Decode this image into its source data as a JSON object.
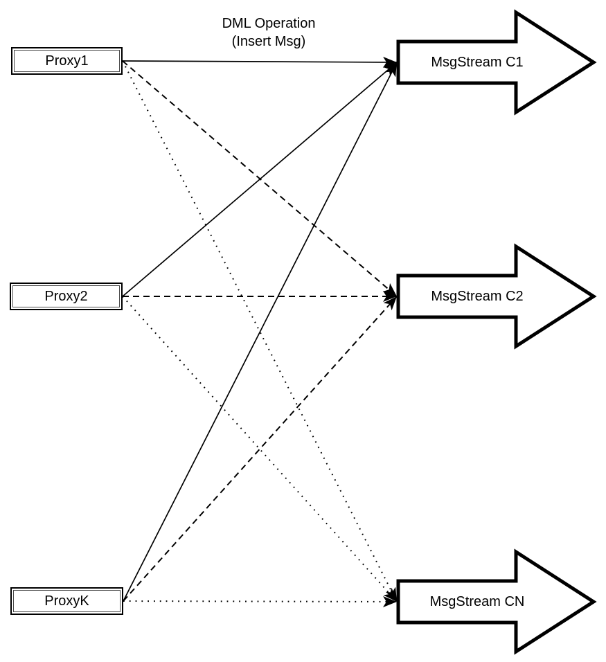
{
  "diagram": {
    "title_line1": "DML Operation",
    "title_line2": "(Insert Msg)",
    "proxies": [
      {
        "label": "Proxy1"
      },
      {
        "label": "Proxy2"
      },
      {
        "label": "ProxyK"
      }
    ],
    "streams": [
      {
        "label": "MsgStream C1"
      },
      {
        "label": "MsgStream C2"
      },
      {
        "label": "MsgStream CN"
      }
    ],
    "edges": [
      {
        "from": "Proxy1",
        "to": "MsgStream C1",
        "style": "solid"
      },
      {
        "from": "Proxy1",
        "to": "MsgStream C2",
        "style": "dashed"
      },
      {
        "from": "Proxy1",
        "to": "MsgStream CN",
        "style": "dotted"
      },
      {
        "from": "Proxy2",
        "to": "MsgStream C1",
        "style": "solid"
      },
      {
        "from": "Proxy2",
        "to": "MsgStream C2",
        "style": "dashed"
      },
      {
        "from": "Proxy2",
        "to": "MsgStream CN",
        "style": "dotted"
      },
      {
        "from": "ProxyK",
        "to": "MsgStream C1",
        "style": "solid"
      },
      {
        "from": "ProxyK",
        "to": "MsgStream C2",
        "style": "dashed"
      },
      {
        "from": "ProxyK",
        "to": "MsgStream CN",
        "style": "dotted"
      }
    ],
    "colors": {
      "line": "#000000",
      "fill": "#ffffff",
      "text": "#000000"
    }
  }
}
